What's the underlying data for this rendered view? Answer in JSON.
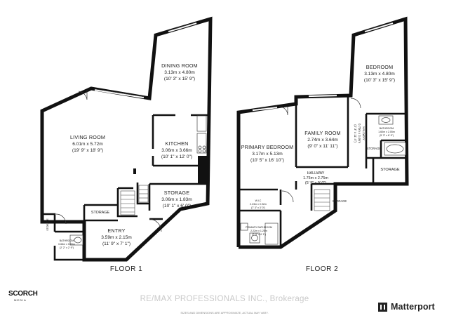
{
  "floors": [
    {
      "label": "FLOOR 1",
      "rooms": [
        {
          "name": "DINING ROOM",
          "metric": "3.13m x 4.80m",
          "imperial": "(10' 3\" x 15' 9\")"
        },
        {
          "name": "LIVING ROOM",
          "metric": "6.01m x 5.72m",
          "imperial": "(19' 9\" x 18' 9\")"
        },
        {
          "name": "KITCHEN",
          "metric": "3.06m x 3.66m",
          "imperial": "(10' 1\" x 12' 0\")"
        },
        {
          "name": "STORAGE",
          "metric": "3.06m x 1.83m",
          "imperial": "(10' 1\" x 6' 0\")"
        },
        {
          "name": "ENTRY",
          "metric": "3.59m x 2.15m",
          "imperial": "(11' 9\" x 7' 1\")"
        },
        {
          "name": "STORAGE"
        },
        {
          "name": "STORAGE"
        },
        {
          "name": "BATHROOM",
          "metric": "0.66m x 0.89m",
          "imperial": "(2' 2\" x 2' 9\")"
        }
      ]
    },
    {
      "label": "FLOOR 2",
      "rooms": [
        {
          "name": "BEDROOM",
          "metric": "3.13m x 4.80m",
          "imperial": "(10' 3\" x 15' 9\")"
        },
        {
          "name": "FAMILY ROOM",
          "metric": "2.74m x 3.64m",
          "imperial": "(9' 0\" x 11' 11\")"
        },
        {
          "name": "PRIMARY BEDROOM",
          "metric": "3.17m x 5.13m",
          "imperial": "(10' 5\" x 16' 10\")"
        },
        {
          "name": "HALLWAY",
          "metric": "1.75m x 2.75m",
          "imperial": "(5' 9\" x 9' 0\")"
        },
        {
          "name": "HALLWAY",
          "metric": "0.70m x 3.46m",
          "imperial": "(2' 3\" x 11' 4\")"
        },
        {
          "name": "BATHROOM",
          "metric": "1.60m x 2.05m",
          "imperial": "(5' 3\" x 6' 9\")"
        },
        {
          "name": "STORAGE"
        },
        {
          "name": "STORAGE"
        },
        {
          "name": "STORAGE"
        },
        {
          "name": "W.I.C",
          "metric": "2.23m x 0.92m",
          "imperial": "(7' 3\" x 3' 0\")"
        },
        {
          "name": "PRIMARY BATHROOM",
          "metric": "2.22m x 1.25m",
          "imperial": "(7' 3\" x 4' 1\")"
        }
      ]
    }
  ],
  "branding": {
    "scorch_top": "SCORCH",
    "scorch_bottom": "MEDIA",
    "watermark": "RE/MAX PROFESSIONALS INC., Brokerage",
    "disclaimer": "SIZES AND DIMENSIONS ARE APPROXIMATE, ACTUAL MAY VARY.",
    "matterport": "Matterport"
  }
}
